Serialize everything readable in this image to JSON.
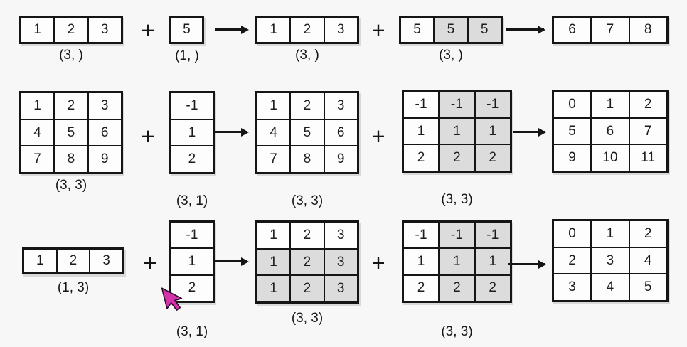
{
  "figure": "numpy-broadcasting-diagram",
  "colors": {
    "background": "#f7f7f7",
    "cell_fill": "#fdfdfd",
    "cell_shaded": "#dcdcdc",
    "line": "#151515",
    "cursor_fill": "#d233ab",
    "cursor_outline": "#2b0e26"
  },
  "operator_plus": "+",
  "row1": {
    "input_a": {
      "cells": [
        [
          "1",
          "2",
          "3"
        ]
      ],
      "shaded": [
        [
          0,
          0,
          0
        ]
      ],
      "label": "(3, )"
    },
    "scalar_b": {
      "cells": [
        [
          "5"
        ]
      ],
      "shaded": [
        [
          0
        ]
      ],
      "label": "(1, )"
    },
    "repeat_a": {
      "cells": [
        [
          "1",
          "2",
          "3"
        ]
      ],
      "shaded": [
        [
          0,
          0,
          0
        ]
      ],
      "label": "(3, )"
    },
    "broadcast_b": {
      "cells": [
        [
          "5",
          "5",
          "5"
        ]
      ],
      "shaded": [
        [
          0,
          1,
          1
        ]
      ],
      "label": "(3, )"
    },
    "result": {
      "cells": [
        [
          "6",
          "7",
          "8"
        ]
      ],
      "shaded": [
        [
          0,
          0,
          0
        ]
      ],
      "label": ""
    }
  },
  "row2": {
    "matrix_a": {
      "cells": [
        [
          "1",
          "2",
          "3"
        ],
        [
          "4",
          "5",
          "6"
        ],
        [
          "7",
          "8",
          "9"
        ]
      ],
      "shaded": [
        [
          0,
          0,
          0
        ],
        [
          0,
          0,
          0
        ],
        [
          0,
          0,
          0
        ]
      ],
      "label": "(3, 3)"
    },
    "column_b": {
      "cells": [
        [
          "-1"
        ],
        [
          "1"
        ],
        [
          "2"
        ]
      ],
      "shaded": [
        [
          0
        ],
        [
          0
        ],
        [
          0
        ]
      ],
      "label": "(3, 1)"
    },
    "repeat_a": {
      "cells": [
        [
          "1",
          "2",
          "3"
        ],
        [
          "4",
          "5",
          "6"
        ],
        [
          "7",
          "8",
          "9"
        ]
      ],
      "shaded": [
        [
          0,
          0,
          0
        ],
        [
          0,
          0,
          0
        ],
        [
          0,
          0,
          0
        ]
      ],
      "label": "(3, 3)"
    },
    "broadcast_b": {
      "cells": [
        [
          "-1",
          "-1",
          "-1"
        ],
        [
          "1",
          "1",
          "1"
        ],
        [
          "2",
          "2",
          "2"
        ]
      ],
      "shaded": [
        [
          0,
          1,
          1
        ],
        [
          0,
          1,
          1
        ],
        [
          0,
          1,
          1
        ]
      ],
      "label": "(3, 3)"
    },
    "result": {
      "cells": [
        [
          "0",
          "1",
          "2"
        ],
        [
          "5",
          "6",
          "7"
        ],
        [
          "9",
          "10",
          "11"
        ]
      ],
      "shaded": [
        [
          0,
          0,
          0
        ],
        [
          0,
          0,
          0
        ],
        [
          0,
          0,
          0
        ]
      ],
      "label": ""
    }
  },
  "row3": {
    "row_a": {
      "cells": [
        [
          "1",
          "2",
          "3"
        ]
      ],
      "shaded": [
        [
          0,
          0,
          0
        ]
      ],
      "label": "(1, 3)"
    },
    "column_b": {
      "cells": [
        [
          "-1"
        ],
        [
          "1"
        ],
        [
          "2"
        ]
      ],
      "shaded": [
        [
          0
        ],
        [
          0
        ],
        [
          0
        ]
      ],
      "label": "(3, 1)"
    },
    "broadcast_a": {
      "cells": [
        [
          "1",
          "2",
          "3"
        ],
        [
          "1",
          "2",
          "3"
        ],
        [
          "1",
          "2",
          "3"
        ]
      ],
      "shaded": [
        [
          0,
          0,
          0
        ],
        [
          1,
          1,
          1
        ],
        [
          1,
          1,
          1
        ]
      ],
      "label": "(3, 3)"
    },
    "broadcast_b": {
      "cells": [
        [
          "-1",
          "-1",
          "-1"
        ],
        [
          "1",
          "1",
          "1"
        ],
        [
          "2",
          "2",
          "2"
        ]
      ],
      "shaded": [
        [
          0,
          1,
          1
        ],
        [
          0,
          1,
          1
        ],
        [
          0,
          1,
          1
        ]
      ],
      "label": "(3, 3)"
    },
    "result": {
      "cells": [
        [
          "0",
          "1",
          "2"
        ],
        [
          "2",
          "3",
          "4"
        ],
        [
          "3",
          "4",
          "5"
        ]
      ],
      "shaded": [
        [
          0,
          0,
          0
        ],
        [
          0,
          0,
          0
        ],
        [
          0,
          0,
          0
        ]
      ],
      "label": ""
    }
  }
}
